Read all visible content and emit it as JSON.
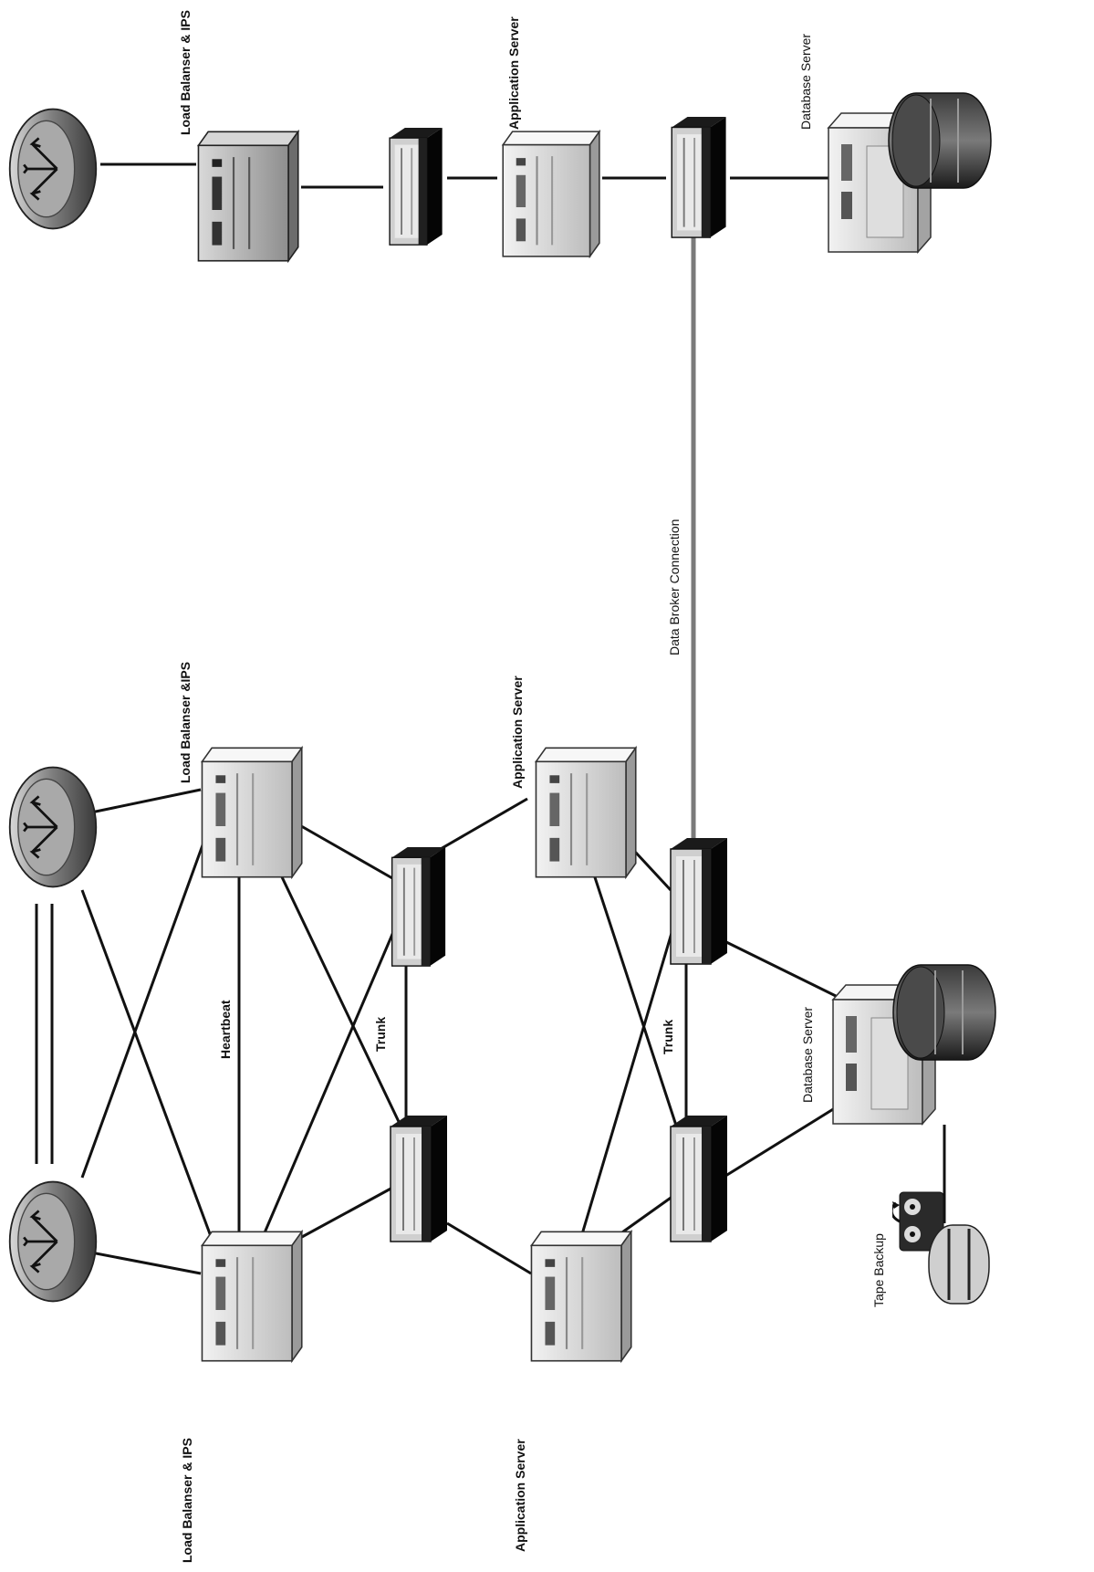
{
  "labels": {
    "load_balancer_top": "Load Balanser & IPS",
    "app_server_top": "Application Server",
    "db_server_top": "Database Server",
    "data_broker": "Data Broker Connection",
    "load_balancer_mid_top": "Load Balanser &IPS",
    "app_server_mid_top": "Application Server",
    "heartbeat": "Heartbeat",
    "trunk_upper": "Trunk",
    "trunk_lower": "Trunk",
    "db_server_bottom": "Database Server",
    "load_balancer_bottom": "Load Balanser & IPS",
    "app_server_bottom": "Application Server",
    "tape_backup": "Tape Backup"
  },
  "icons": {
    "router": "router-icon",
    "load_balancer": "load-balancer-icon",
    "switch": "switch-icon",
    "server": "server-icon",
    "database": "database-icon",
    "tape": "tape-backup-icon"
  },
  "colors": {
    "line": "#111111",
    "data_broker_line": "#777777",
    "router_body": "#8a8a8a",
    "appliance_light": "#e8e8e8",
    "appliance_dark": "#b5b5b5",
    "switch_dark": "#0c0c0c"
  }
}
